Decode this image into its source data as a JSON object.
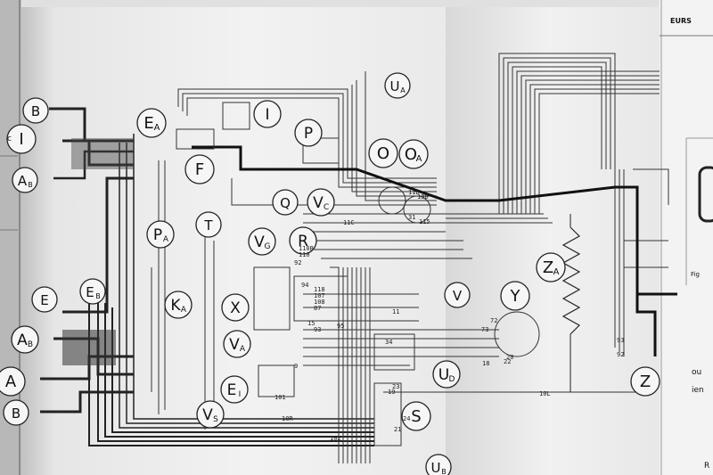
{
  "header_fragment": "EURS",
  "margin_fragments": {
    "figure_ref": "Fig",
    "side_text_1": "ou",
    "side_text_2": "ien",
    "bottom_corner": "R",
    "left_edge": "c"
  },
  "components": [
    {
      "key": "B_top",
      "main": "B",
      "sub": ""
    },
    {
      "key": "B_bottom",
      "main": "B",
      "sub": ""
    },
    {
      "key": "I_left",
      "main": "I",
      "sub": ""
    },
    {
      "key": "A_left",
      "main": "A",
      "sub": "B"
    },
    {
      "key": "E_left",
      "main": "E",
      "sub": ""
    },
    {
      "key": "E_B",
      "main": "E",
      "sub": "B"
    },
    {
      "key": "AB_left",
      "main": "A",
      "sub": "B"
    },
    {
      "key": "A_low",
      "main": "A",
      "sub": ""
    },
    {
      "key": "EA",
      "main": "E",
      "sub": "A"
    },
    {
      "key": "F",
      "main": "F",
      "sub": ""
    },
    {
      "key": "I",
      "main": "I",
      "sub": ""
    },
    {
      "key": "P",
      "main": "P",
      "sub": ""
    },
    {
      "key": "UA",
      "main": "U",
      "sub": "A"
    },
    {
      "key": "O",
      "main": "O",
      "sub": ""
    },
    {
      "key": "OA",
      "main": "O",
      "sub": "A"
    },
    {
      "key": "Q",
      "main": "Q",
      "sub": ""
    },
    {
      "key": "VC",
      "main": "V",
      "sub": "C"
    },
    {
      "key": "PA",
      "main": "P",
      "sub": "A"
    },
    {
      "key": "T",
      "main": "T",
      "sub": ""
    },
    {
      "key": "VG",
      "main": "V",
      "sub": "G"
    },
    {
      "key": "R",
      "main": "R",
      "sub": ""
    },
    {
      "key": "KA",
      "main": "K",
      "sub": "A"
    },
    {
      "key": "X",
      "main": "X",
      "sub": ""
    },
    {
      "key": "V",
      "main": "V",
      "sub": ""
    },
    {
      "key": "Y",
      "main": "Y",
      "sub": ""
    },
    {
      "key": "ZA",
      "main": "Z",
      "sub": "A"
    },
    {
      "key": "VA",
      "main": "V",
      "sub": "A"
    },
    {
      "key": "EI",
      "main": "E",
      "sub": "I"
    },
    {
      "key": "UD",
      "main": "U",
      "sub": "D"
    },
    {
      "key": "VS",
      "main": "V",
      "sub": "S"
    },
    {
      "key": "S",
      "main": "S",
      "sub": ""
    },
    {
      "key": "Z",
      "main": "Z",
      "sub": ""
    },
    {
      "key": "UB",
      "main": "U",
      "sub": "B"
    }
  ],
  "wire_numbers": [
    "11C",
    "110B",
    "110",
    "92",
    "94",
    "118",
    "107",
    "108",
    "87",
    "15",
    "93",
    "95",
    "11",
    "10L",
    "93",
    "92",
    "101",
    "10R",
    "102",
    "72",
    "73",
    "22",
    "20",
    "18",
    "34",
    "11B",
    "13B",
    "31",
    "115",
    "19",
    "24",
    "21",
    "9",
    "23"
  ]
}
